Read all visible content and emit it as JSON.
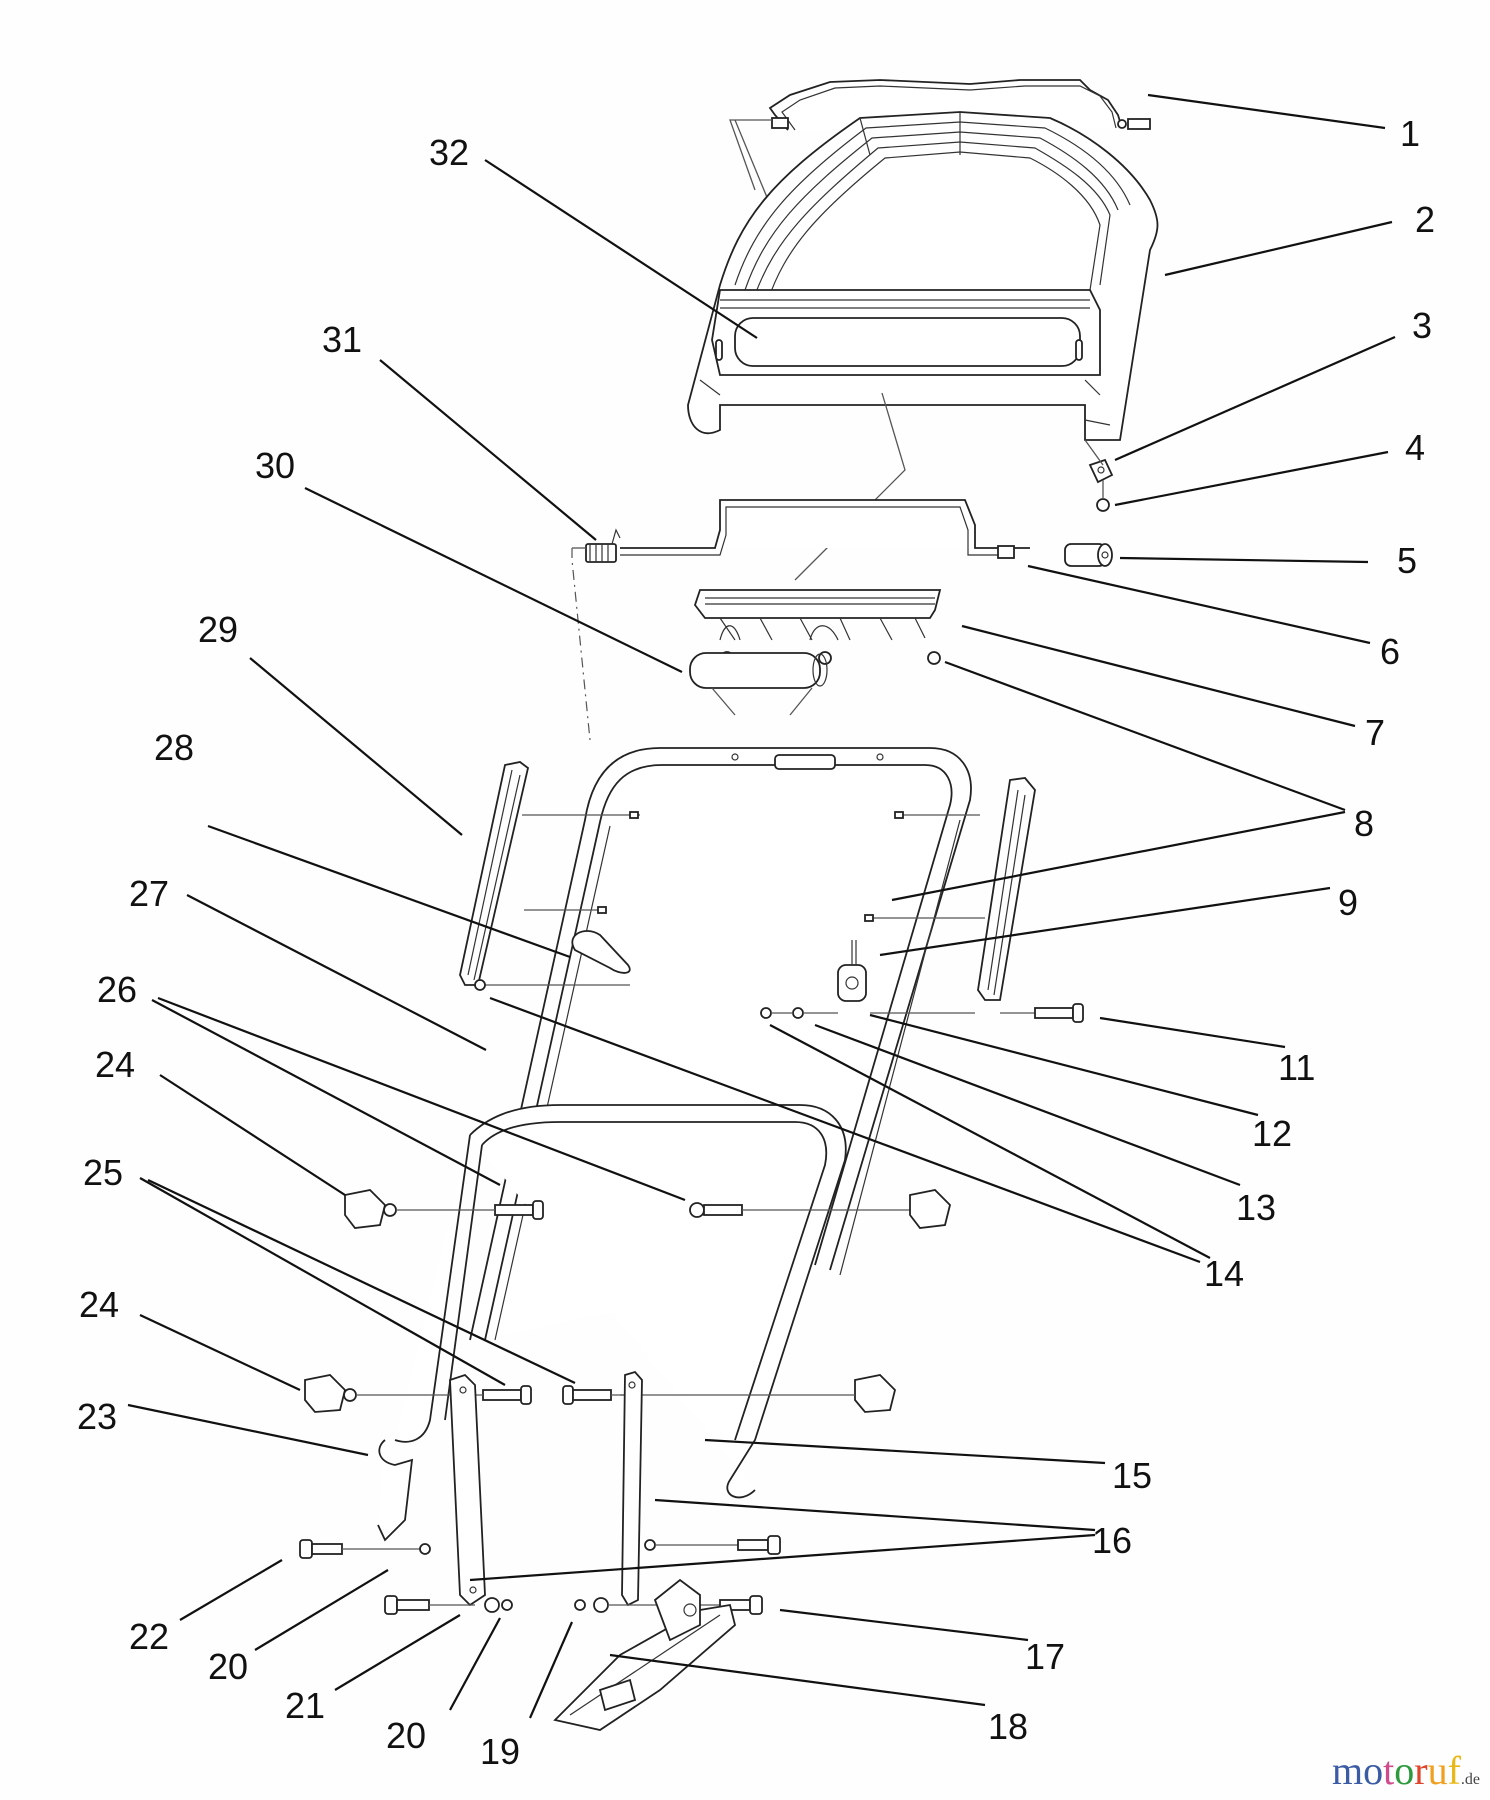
{
  "diagram": {
    "title": "Handle assembly parts diagram",
    "callouts": [
      {
        "id": "c1",
        "text": "1"
      },
      {
        "id": "c2",
        "text": "2"
      },
      {
        "id": "c3",
        "text": "3"
      },
      {
        "id": "c4",
        "text": "4"
      },
      {
        "id": "c5",
        "text": "5"
      },
      {
        "id": "c6",
        "text": "6"
      },
      {
        "id": "c7",
        "text": "7"
      },
      {
        "id": "c8",
        "text": "8"
      },
      {
        "id": "c9",
        "text": "9"
      },
      {
        "id": "c11",
        "text": "11"
      },
      {
        "id": "c12",
        "text": "12"
      },
      {
        "id": "c13",
        "text": "13"
      },
      {
        "id": "c14",
        "text": "14"
      },
      {
        "id": "c15",
        "text": "15"
      },
      {
        "id": "c16",
        "text": "16"
      },
      {
        "id": "c17",
        "text": "17"
      },
      {
        "id": "c18",
        "text": "18"
      },
      {
        "id": "c19",
        "text": "19"
      },
      {
        "id": "c20a",
        "text": "20"
      },
      {
        "id": "c21",
        "text": "21"
      },
      {
        "id": "c20b",
        "text": "20"
      },
      {
        "id": "c22",
        "text": "22"
      },
      {
        "id": "c23",
        "text": "23"
      },
      {
        "id": "c24a",
        "text": "24"
      },
      {
        "id": "c25",
        "text": "25"
      },
      {
        "id": "c24b",
        "text": "24"
      },
      {
        "id": "c26",
        "text": "26"
      },
      {
        "id": "c27",
        "text": "27"
      },
      {
        "id": "c28",
        "text": "28"
      },
      {
        "id": "c29",
        "text": "29"
      },
      {
        "id": "c30",
        "text": "30"
      },
      {
        "id": "c31",
        "text": "31"
      },
      {
        "id": "c32",
        "text": "32"
      }
    ]
  },
  "watermark": {
    "letters": [
      {
        "ch": "m",
        "color": "#3b5ba5"
      },
      {
        "ch": "o",
        "color": "#3b5ba5"
      },
      {
        "ch": "t",
        "color": "#d14a8b"
      },
      {
        "ch": "o",
        "color": "#2e9a3e"
      },
      {
        "ch": "r",
        "color": "#e0452b"
      },
      {
        "ch": "u",
        "color": "#f0a020"
      },
      {
        "ch": "f",
        "color": "#e8b818"
      }
    ],
    "suffix": ".de"
  }
}
